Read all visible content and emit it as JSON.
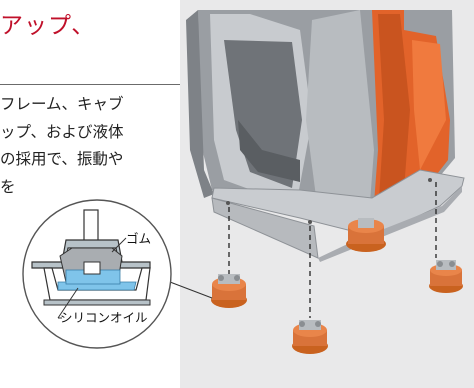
{
  "heading": "アップ、",
  "body_lines": [
    "フレーム、キャブ",
    "ップ、および液体",
    "の採用で、振動や",
    "を"
  ],
  "inset": {
    "label_rubber": "ゴム",
    "label_silicone_oil": "シリコンオイル"
  },
  "colors": {
    "heading_red": "#c0102a",
    "cab_orange": "#e2632a",
    "mount_orange": "#d9733a",
    "oil_blue": "#7fc4ea",
    "illustration_bg": "#e9e9ea"
  }
}
